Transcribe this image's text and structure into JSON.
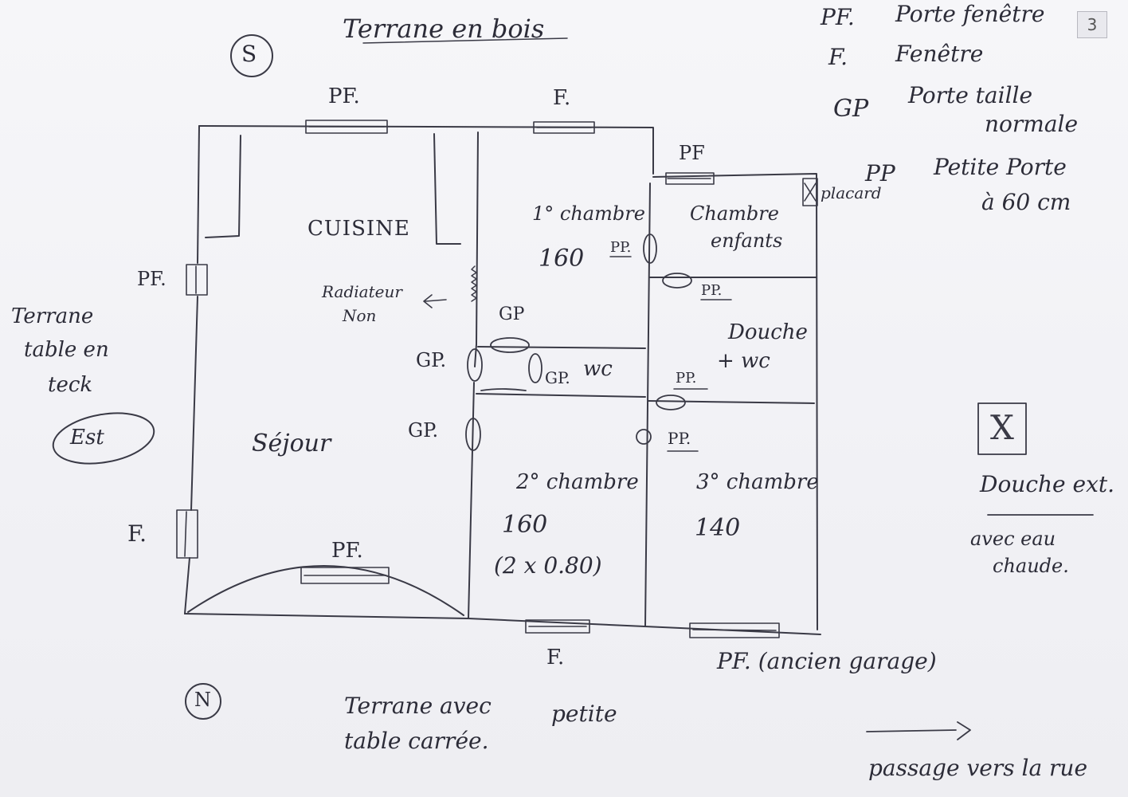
{
  "page_number": "3",
  "compass": {
    "south": "S",
    "north": "N"
  },
  "terraces": {
    "south": "Terrane en bois",
    "east_line1": "Terrane",
    "east_line2": "table en",
    "east_line3": "teck",
    "east_badge": "Est",
    "north_line1": "Terrane avec",
    "north_line2": "table carrée.",
    "north_extra": "petite"
  },
  "rooms": {
    "kitchen": "CUISINE",
    "living": "Séjour",
    "bedroom1": "1° chambre",
    "bedroom1_bed": "160",
    "bedroom2": "2° chambre",
    "bedroom2_bed": "160",
    "bedroom2_bed_detail": "(2 x 0.80)",
    "bedroom3": "3° chambre",
    "bedroom3_bed": "140",
    "kids_line1": "Chambre",
    "kids_line2": "enfants",
    "shower_line1": "Douche",
    "shower_line2": "+ wc",
    "wc": "wc",
    "closet": "placard",
    "radiator_line1": "Radiateur",
    "radiator_line2": "Non"
  },
  "door_labels": {
    "pf_top": "PF.",
    "f_top": "F.",
    "pf_kids": "PF",
    "pf_west": "PF.",
    "f_west": "F.",
    "pf_bottom": "PF.",
    "f_bottom": "F.",
    "pf_garage": "PF. (ancien garage)",
    "gp_kitchen": "GP",
    "gp_living1": "GP.",
    "gp_living2": "GP.",
    "gp_wc": "GP.",
    "pp_bedroom1": "PP.",
    "pp_kids": "PP.",
    "pp_shower": "PP.",
    "pp_bedroom3": "PP."
  },
  "legend": [
    {
      "code": "PF.",
      "text": "Porte fenêtre"
    },
    {
      "code": "F.",
      "text": "Fenêtre"
    },
    {
      "code": "GP",
      "text": "Porte taille",
      "text2": "normale"
    },
    {
      "code": "PP",
      "text": "Petite Porte",
      "text2": "à 60 cm"
    }
  ],
  "shower_ext": {
    "symbol": "X",
    "title": "Douche ext.",
    "line1": "avec eau",
    "line2": "chaude."
  },
  "passage": "passage vers la rue"
}
